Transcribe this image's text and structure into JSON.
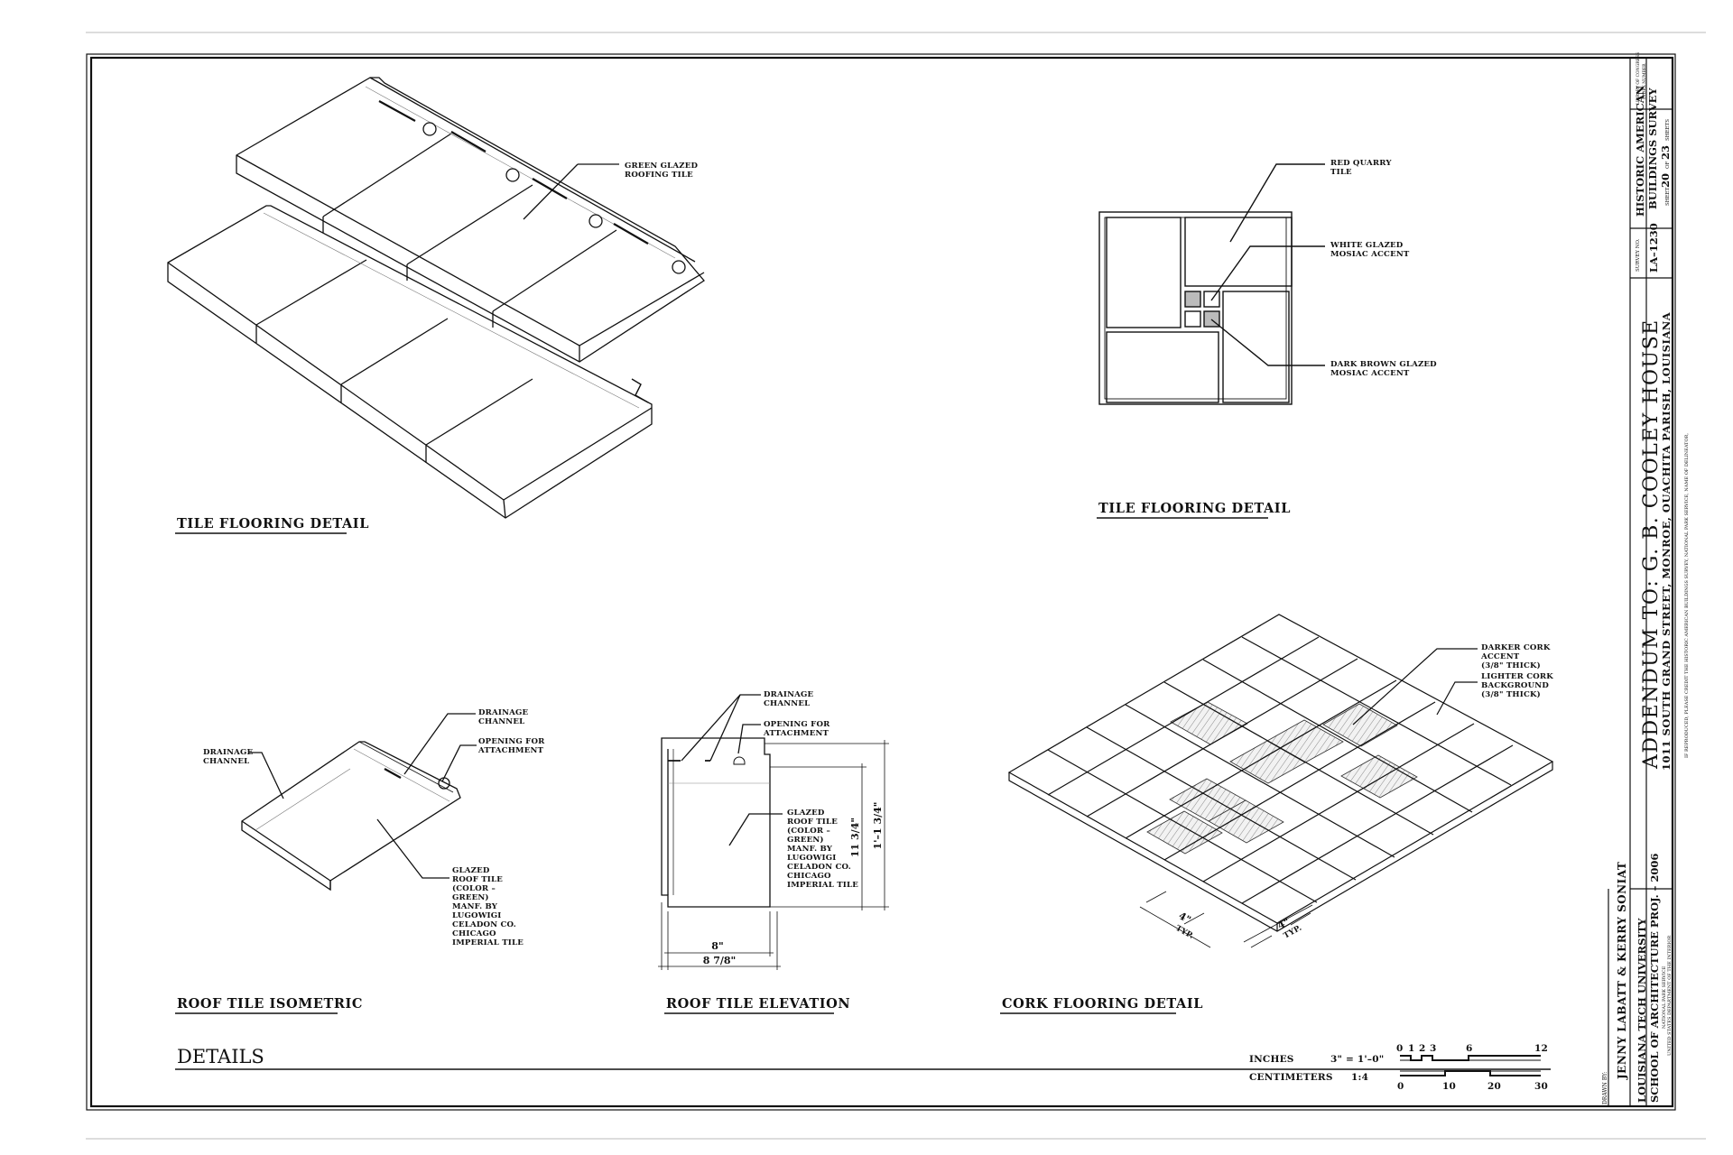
{
  "sheet_title": "DETAILS",
  "drawings": {
    "tile_iso_left": {
      "title": "TILE FLOORING DETAIL",
      "note_tile": [
        "GREEN GLAZED",
        "ROOFING TILE"
      ]
    },
    "tile_plan": {
      "title": "TILE FLOORING DETAIL",
      "note_red": [
        "RED QUARRY",
        "TILE"
      ],
      "note_white": [
        "WHITE GLAZED",
        "MOSIAC ACCENT"
      ],
      "note_brown": [
        "DARK BROWN GLAZED",
        "MOSIAC ACCENT"
      ]
    },
    "roof_iso": {
      "title": "ROOF TILE ISOMETRIC",
      "note_drain_left": [
        "DRAINAGE",
        "CHANNEL"
      ],
      "note_drain_top": [
        "DRAINAGE",
        "CHANNEL"
      ],
      "note_opening": [
        "OPENING FOR",
        "ATTACHMENT"
      ],
      "note_glazed": [
        "GLAZED",
        "ROOF TILE",
        "(COLOR –",
        "GREEN)",
        "MANF. BY",
        "LUGOWIGI",
        "CELADON CO.",
        "CHICAGO",
        "IMPERIAL TILE"
      ]
    },
    "roof_elev": {
      "title": "ROOF TILE ELEVATION",
      "note_drain": [
        "DRAINAGE",
        "CHANNEL"
      ],
      "note_opening": [
        "OPENING FOR",
        "ATTACHMENT"
      ],
      "note_glazed": [
        "GLAZED",
        "ROOF TILE",
        "(COLOR –",
        "GREEN)",
        "MANF. BY",
        "LUGOWIGI",
        "CELADON CO.",
        "CHICAGO",
        "IMPERIAL TILE"
      ],
      "dim_width_inner": "8\"",
      "dim_width_outer": "8 7/8\"",
      "dim_height_inner": "11 3/4\"",
      "dim_height_outer": "1'–1 3/4\""
    },
    "cork": {
      "title": "CORK FLOORING DETAIL",
      "note_darker": [
        "DARKER CORK",
        "ACCENT",
        "(3/8\" THICK)"
      ],
      "note_lighter": [
        "LIGHTER CORK",
        "BACKGROUND",
        "(3/8\" THICK)"
      ],
      "dim_left": "4\"",
      "dim_left_typ": "TYP.",
      "dim_right": "4\"",
      "dim_right_typ": "TYP."
    }
  },
  "scale": {
    "inches_label": "INCHES",
    "inches_ratio": "3\" = 1'–0\"",
    "centimeters_label": "CENTIMETERS",
    "centimeters_ratio": "1:4",
    "inch_ticks": [
      "0",
      "1",
      "2",
      "3",
      "6",
      "12"
    ],
    "cm_ticks": [
      "0",
      "10",
      "20",
      "30"
    ]
  },
  "title_block": {
    "drawn_by_label": "DRAWN BY:",
    "drawn_by": "JENNY LABATT & KERRY SONIAT",
    "school_1": "LOUISIANA TECH UNIVERSITY",
    "school_2": "SCHOOL OF ARCHITECTURE PROJ. – 2006",
    "agency_1": "NATIONAL PARK SERVICE",
    "agency_2": "UNITED STATES DEPARTMENT OF THE INTERIOR",
    "project_title": "ADDENDUM TO: G. B. COOLEY HOUSE",
    "address": "1011 SOUTH GRAND STREET,   MONROE,   OUACHITA PARISH,   LOUISIANA",
    "reproduction_note": "IF REPRODUCED, PLEASE CREDIT THE HISTORIC AMERICAN BUILDINGS SURVEY, NATIONAL PARK SERVICE, NAME OF DELINEATOR,",
    "survey_label": "SURVEY NO.",
    "survey_no": "LA–1230",
    "habs_1": "HISTORIC AMERICAN",
    "habs_2": "BUILDINGS SURVEY",
    "sheet_label": "SHEET",
    "sheet_no": "20",
    "sheet_of": "OF",
    "sheet_total": "23",
    "sheets_label": "SHEETS",
    "loc_1": "LIBRARY OF CONGRESS",
    "loc_2": "INDEX NUMBER"
  }
}
